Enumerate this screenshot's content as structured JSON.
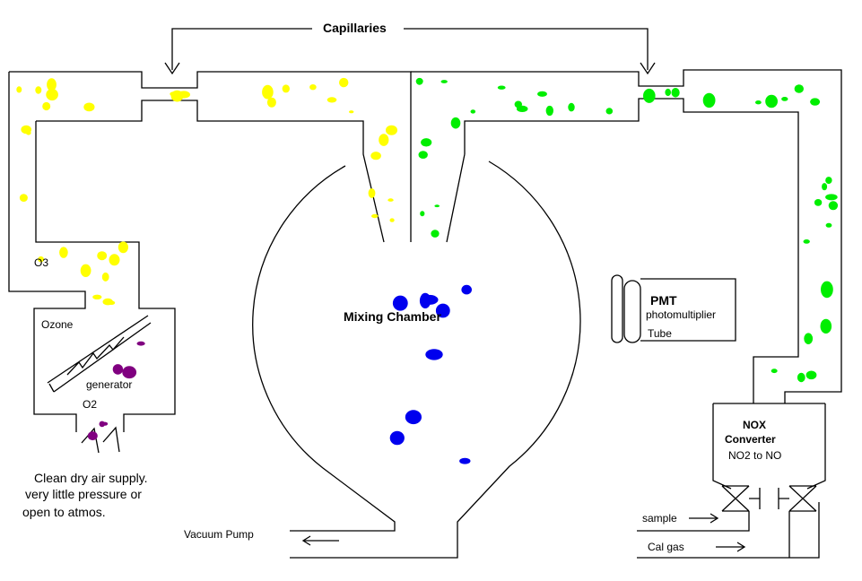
{
  "labels": {
    "capillaries": "Capillaries",
    "o3": "O3",
    "ozone": "Ozone",
    "generator": "generator",
    "o2": "O2",
    "air_supply_1": "Clean dry air supply.",
    "air_supply_2": "very little pressure or",
    "air_supply_3": "open to atmos.",
    "mixing_chamber": "Mixing Chamber",
    "pmt": "PMT",
    "photomultiplier": "photomultiplier",
    "tube": "Tube",
    "nox": "NOX",
    "converter": "Converter",
    "no2_to_no": "NO2 to NO",
    "sample": "sample",
    "cal_gas": "Cal gas",
    "vacuum_pump": "Vacuum Pump"
  },
  "colors": {
    "ozone_particles": "#ffff00",
    "no_particles": "#00ee00",
    "mixing_particles": "#0000ee",
    "oxygen_particles": "#800080",
    "lines": "#000000"
  }
}
